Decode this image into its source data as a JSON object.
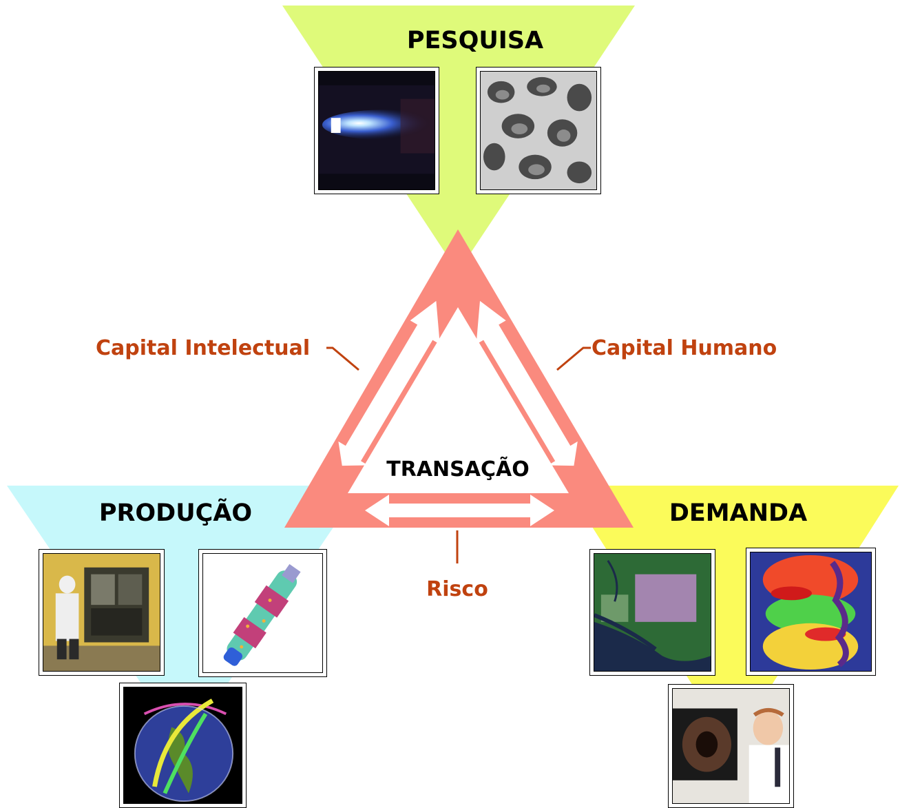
{
  "nodes": {
    "pesquisa": {
      "label": "PESQUISA",
      "color": "#dffa7a"
    },
    "producao": {
      "label": "PRODUÇÃO",
      "color": "#c6f8fb"
    },
    "demanda": {
      "label": "DEMANDA",
      "color": "#fbfb5a"
    }
  },
  "center": {
    "label": "TRANSAÇÃO",
    "color": "#fa8a7e"
  },
  "links": {
    "left": {
      "label": "Capital Intelectual"
    },
    "right": {
      "label": "Capital Humano"
    },
    "bottom": {
      "label": "Risco"
    }
  },
  "colors": {
    "link_label": "#c0420f",
    "node_label": "#000000",
    "arrow": "#ffffff"
  },
  "images": [
    {
      "name": "plasma-jet-photo"
    },
    {
      "name": "porous-material-micrograph"
    },
    {
      "name": "satellite-assembly-photo"
    },
    {
      "name": "rocket-model-render"
    },
    {
      "name": "orbit-globe-render"
    },
    {
      "name": "amazon-satellite-image"
    },
    {
      "name": "climate-globe-map"
    },
    {
      "name": "researcher-computer-photo"
    }
  ]
}
